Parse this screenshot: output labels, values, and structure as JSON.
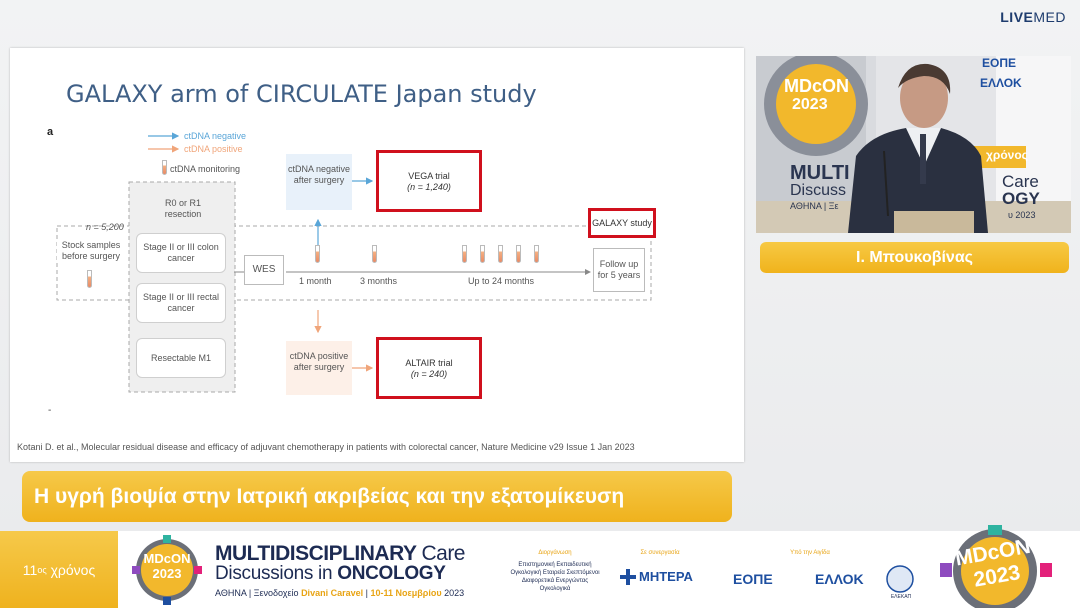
{
  "brand": {
    "live": "LIVE",
    "med": "MED"
  },
  "slide": {
    "title": "GALAXY arm of CIRCULATE Japan study",
    "figure_letter": "a",
    "dash": "-",
    "legend": {
      "negative": "ctDNA negative",
      "positive": "ctDNA positive",
      "monitoring": "ctDNA monitoring"
    },
    "n_total": "n = 5,200",
    "stock_samples": "Stock samples before surgery",
    "resection": "R0 or R1 resection",
    "stages": [
      "Stage II or III colon cancer",
      "Stage II or III rectal cancer",
      "Resectable M1"
    ],
    "wes": "WES",
    "timepoints": [
      "1 month",
      "3 months",
      "Up to 24 months"
    ],
    "follow_up": "Follow up for 5 years",
    "galaxy_study": "GALAXY study",
    "neg_after": "ctDNA negative after surgery",
    "pos_after": "ctDNA positive after surgery",
    "vega": {
      "name": "VEGA trial",
      "n": "(n = 1,240)"
    },
    "altair": {
      "name": "ALTAIR trial",
      "n": "(n = 240)"
    },
    "reference": "Kotani D. et al., Molecular residual disease and efficacy of adjuvant chemotherapy in patients with colorectal cancer, Nature Medicine v29 Issue 1 Jan 2023"
  },
  "speaker": {
    "name": "Ι. Μπουκοβίνας"
  },
  "video": {
    "backdrop_mdcon": "MDcON",
    "backdrop_year": "2023",
    "backdrop_multi": "MULTI",
    "backdrop_care": "Care",
    "backdrop_discuss": "Discuss",
    "backdrop_ogy": "OGY",
    "backdrop_athina": "ΑΘΗΝΑ | Ξε",
    "backdrop_2023b": "υ 2023",
    "backdrop_xronos": "χρόνος",
    "logo1": "ΕΟΠΕ",
    "logo2": "ΕΛΛΟΚ"
  },
  "caption": "Η υγρή βιοψία στην Ιατρική ακριβείας και την εξατομίκευση",
  "banner": {
    "edition_num": "11",
    "edition_sup": "ος",
    "edition_word": "χρόνος",
    "logo_top": "MDcON",
    "logo_year": "2023",
    "title_a": "MULTIDISCIPLINARY",
    "title_b": "Care",
    "title_c": "Discussions in",
    "title_d": "ONCOLOGY",
    "sub_a": "ΑΘΗΝΑ | Ξενοδοχείο",
    "sub_hotel": "Divani Caravel",
    "sub_sep": "|",
    "sub_dates": "10-11 Νοεμβρίου",
    "sub_year": "2023",
    "org_label": "Διοργάνωση",
    "org_text": "Επιστημονική Εκπαιδευτική Ογκολογική Εταιρεία Σκεπτόμενοι Διαφορετικά Ενεργώντας Ογκολογικά",
    "partner_label": "Σε συνεργασία",
    "partner_name": "ΜΗΤΕΡΑ",
    "aegis_label": "Υπό την Αιγίδα",
    "aegis_1": "ΕΟΠΕ",
    "aegis_2": "ΕΛΛΟΚ",
    "aegis_3": "ΕΛΕΚΑΠ"
  }
}
